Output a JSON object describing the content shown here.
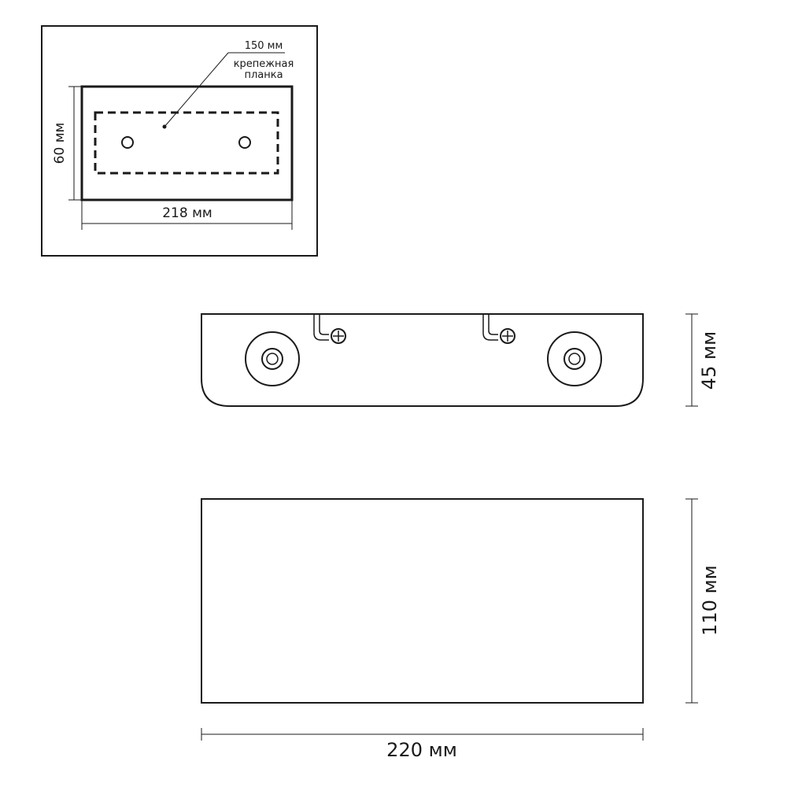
{
  "mount_plate_view": {
    "plate_length_label": "150 мм",
    "plate_name_line1": "крепежная",
    "plate_name_line2": "планка",
    "width_label": "218 мм",
    "height_label": "60 мм"
  },
  "top_view": {
    "depth_label": "45 мм"
  },
  "front_view": {
    "height_label": "110 мм",
    "width_label": "220 мм"
  },
  "colors": {
    "line": "#1a1a1a",
    "background": "#ffffff"
  }
}
